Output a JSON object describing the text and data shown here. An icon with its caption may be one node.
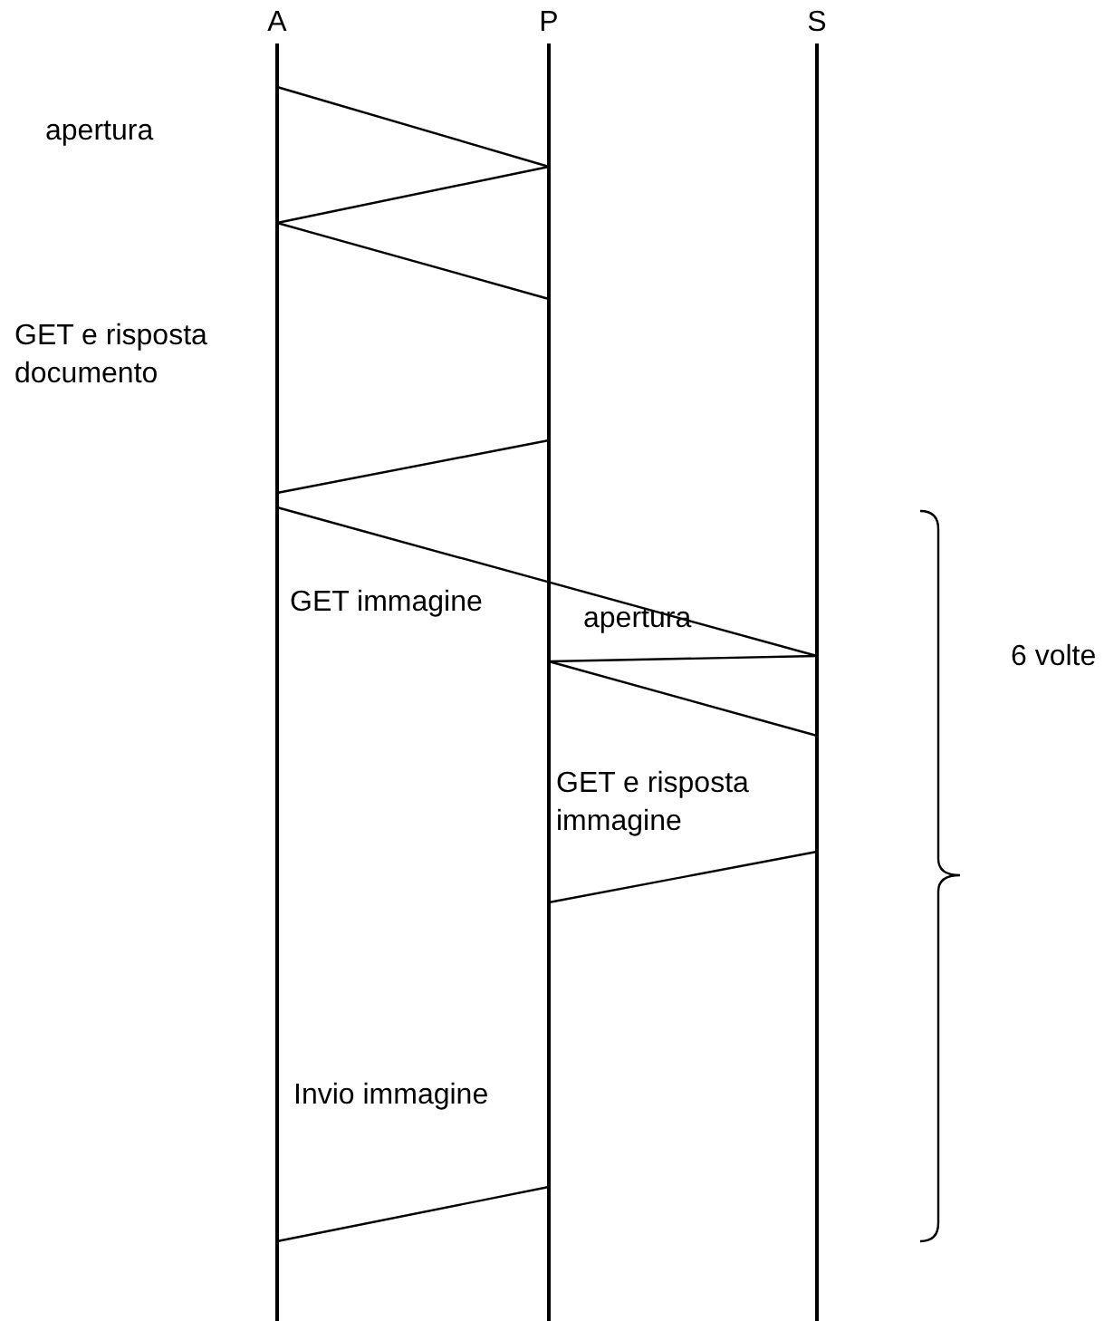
{
  "diagram": {
    "nodes": [
      {
        "text": [
          "A"
        ]
      },
      {
        "text": [
          "P"
        ]
      },
      {
        "text": [
          "S"
        ]
      }
    ],
    "edges": [
      {
        "from": 0,
        "to": 1,
        "arrow": "none"
      },
      {
        "from": 1,
        "to": 0,
        "arrow": "none"
      },
      {
        "from": 0,
        "to": 1,
        "arrow": "none"
      },
      {
        "from": 1,
        "to": 0,
        "arrow": "none"
      },
      {
        "from": 0,
        "to": 2,
        "arrow": "none"
      },
      {
        "from": 2,
        "to": 1,
        "arrow": "none"
      },
      {
        "from": 1,
        "to": 2,
        "arrow": "none"
      },
      {
        "from": 2,
        "to": 1,
        "arrow": "none"
      },
      {
        "from": 1,
        "to": 0,
        "arrow": "none"
      }
    ],
    "labels": [
      "apertura",
      "GET e risposta documento",
      "GET immagine",
      "apertura",
      "GET e risposta immagine",
      "Invio immagine",
      "6 volte"
    ]
  }
}
